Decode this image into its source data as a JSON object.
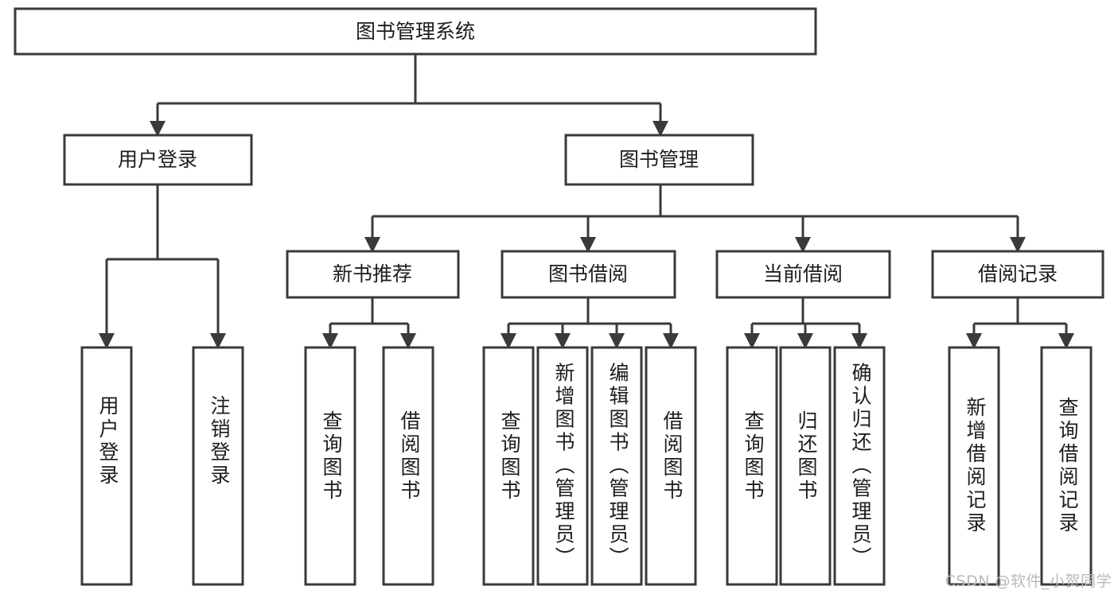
{
  "diagram": {
    "type": "tree-hierarchy",
    "title": "图书管理系统",
    "root": {
      "id": "root",
      "label": "图书管理系统",
      "level": 0
    },
    "level1": [
      {
        "id": "user-login",
        "label": "用户登录"
      },
      {
        "id": "book-management",
        "label": "图书管理"
      }
    ],
    "level2": [
      {
        "id": "new-book-recommend",
        "label": "新书推荐",
        "parent": "book-management"
      },
      {
        "id": "book-borrow",
        "label": "图书借阅",
        "parent": "book-management"
      },
      {
        "id": "current-borrow",
        "label": "当前借阅",
        "parent": "book-management"
      },
      {
        "id": "borrow-record",
        "label": "借阅记录",
        "parent": "book-management"
      }
    ],
    "leaves": {
      "user-login": [
        {
          "id": "leaf-user-login",
          "label": "用户登录"
        },
        {
          "id": "leaf-user-logout",
          "label": "注销登录"
        }
      ],
      "new-book-recommend": [
        {
          "id": "leaf-query-book-1",
          "label": "查询图书"
        },
        {
          "id": "leaf-borrow-book-1",
          "label": "借阅图书"
        }
      ],
      "book-borrow": [
        {
          "id": "leaf-query-book-2",
          "label": "查询图书"
        },
        {
          "id": "leaf-add-book",
          "label": "新增图书（管理员）"
        },
        {
          "id": "leaf-edit-book",
          "label": "编辑图书（管理员）"
        },
        {
          "id": "leaf-borrow-book-2",
          "label": "借阅图书"
        }
      ],
      "current-borrow": [
        {
          "id": "leaf-query-book-3",
          "label": "查询图书"
        },
        {
          "id": "leaf-return-book",
          "label": "归还图书"
        },
        {
          "id": "leaf-confirm-return",
          "label": "确认归还（管理员）"
        }
      ],
      "borrow-record": [
        {
          "id": "leaf-add-record",
          "label": "新增借阅记录"
        },
        {
          "id": "leaf-query-record",
          "label": "查询借阅记录"
        }
      ]
    }
  },
  "watermark": {
    "text": "CSDN @软件_小贺同学"
  },
  "colors": {
    "box_stroke": "#3a3a3a",
    "box_fill": "#ffffff",
    "text": "#1d1d1d",
    "background": "#ffffff",
    "watermark": "#b9b9b9"
  }
}
